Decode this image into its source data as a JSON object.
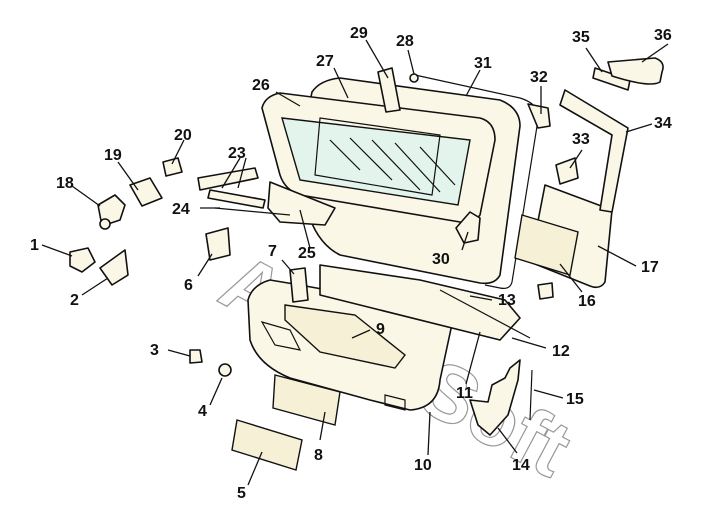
{
  "watermark": "AUTOSoft",
  "callouts": [
    {
      "id": "1"
    },
    {
      "id": "2"
    },
    {
      "id": "3"
    },
    {
      "id": "4"
    },
    {
      "id": "5"
    },
    {
      "id": "6"
    },
    {
      "id": "7"
    },
    {
      "id": "8"
    },
    {
      "id": "9"
    },
    {
      "id": "10"
    },
    {
      "id": "11"
    },
    {
      "id": "12"
    },
    {
      "id": "13"
    },
    {
      "id": "14"
    },
    {
      "id": "15"
    },
    {
      "id": "16"
    },
    {
      "id": "17"
    },
    {
      "id": "18"
    },
    {
      "id": "19"
    },
    {
      "id": "20"
    },
    {
      "id": "23"
    },
    {
      "id": "24"
    },
    {
      "id": "25"
    },
    {
      "id": "26"
    },
    {
      "id": "27"
    },
    {
      "id": "28"
    },
    {
      "id": "29"
    },
    {
      "id": "30"
    },
    {
      "id": "31"
    },
    {
      "id": "32"
    },
    {
      "id": "33"
    },
    {
      "id": "34"
    },
    {
      "id": "35"
    },
    {
      "id": "36"
    }
  ]
}
